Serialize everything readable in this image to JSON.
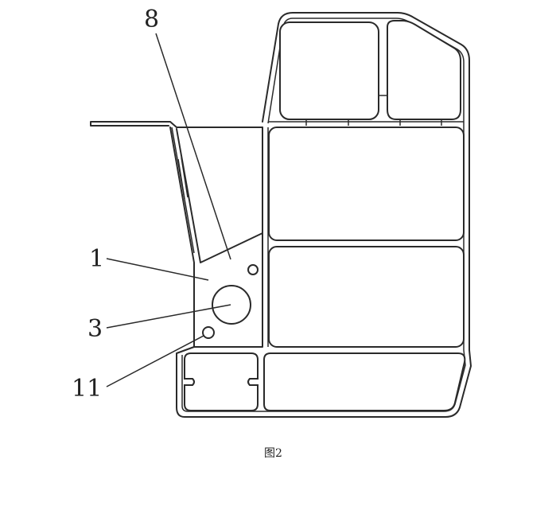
{
  "figure": {
    "caption": "图2",
    "reference_labels": [
      {
        "id": "label-8",
        "text": "8"
      },
      {
        "id": "label-1",
        "text": "1"
      },
      {
        "id": "label-3",
        "text": "3"
      },
      {
        "id": "label-11",
        "text": "11"
      }
    ]
  }
}
